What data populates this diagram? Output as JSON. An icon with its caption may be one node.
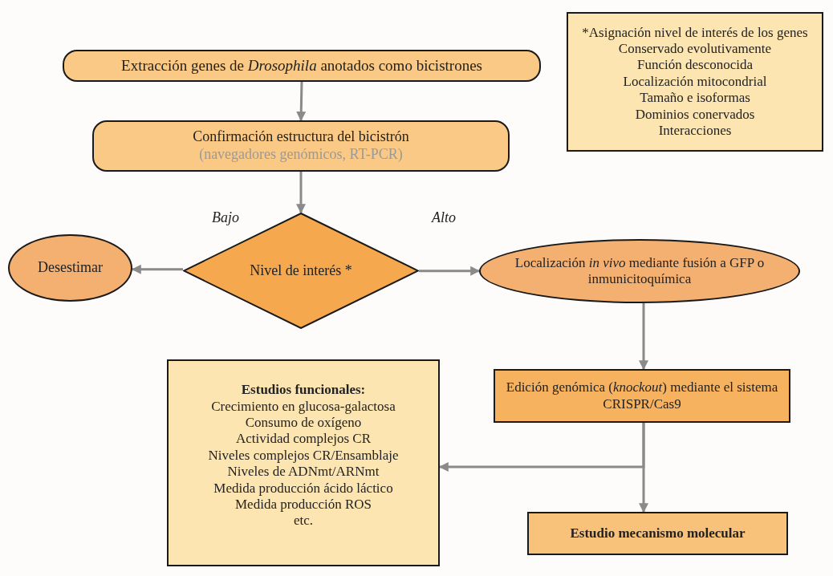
{
  "diagram": {
    "nodes": [
      {
        "text": [
          "Extracción genes de *Drosophila* anotados como bicistrones"
        ]
      },
      {
        "text": [
          "Confirmación estructura del bicistrón",
          "(navegadores genómicos, RT-PCR)"
        ]
      },
      {
        "text": [
          "Nivel de interés *"
        ]
      },
      {
        "text": [
          "Desestimar"
        ]
      },
      {
        "text": [
          "Localización *in vivo* mediante fusión a GFP o inmunicitoquímica"
        ]
      },
      {
        "text": [
          "*Asignación nivel de interés de los genes",
          "Conservado evolutivamente",
          "Función desconocida",
          "Localización mitocondrial",
          "Tamaño e isoformas",
          "Dominios conervados",
          "Interacciones"
        ]
      },
      {
        "text": [
          "Estudios funcionales:",
          "Crecimiento en glucosa-galactosa",
          "Consumo de oxígeno",
          "Actividad complejos CR",
          "Niveles complejos CR/Ensamblaje",
          "Niveles de ADNmt/ARNmt",
          "Medida producción ácido láctico",
          "Medida producción ROS",
          "etc."
        ]
      },
      {
        "text": [
          "Edición genómica (*knockout*) mediante el sistema CRISPR/Cas9"
        ]
      },
      {
        "text": [
          "Estudio mecanismo molecular"
        ]
      }
    ],
    "edges": [
      {
        "from": 0,
        "to": 1,
        "arrow": "to"
      },
      {
        "from": 1,
        "to": 2,
        "arrow": "to"
      },
      {
        "from": 2,
        "to": 3,
        "arrow": "to",
        "label": "Bajo"
      },
      {
        "from": 2,
        "to": 4,
        "arrow": "to",
        "label": "Alto"
      },
      {
        "from": 4,
        "to": 7,
        "arrow": "to"
      },
      {
        "from": 7,
        "to": 6,
        "arrow": "to"
      },
      {
        "from": 7,
        "to": 8,
        "arrow": "to"
      }
    ]
  }
}
